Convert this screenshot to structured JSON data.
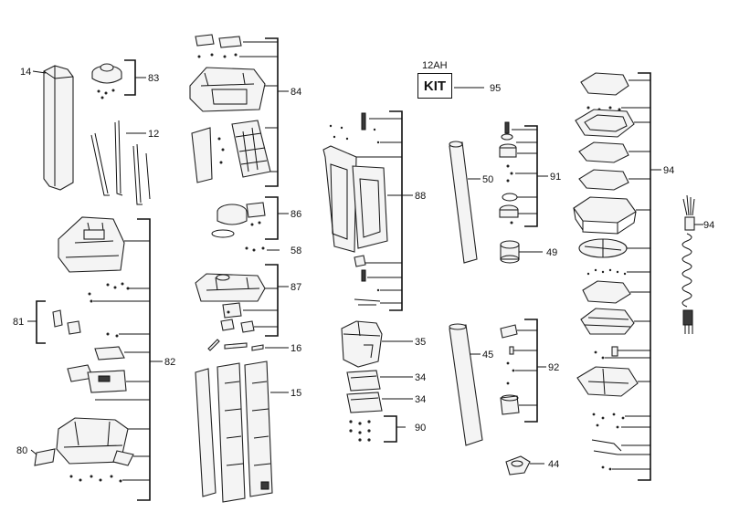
{
  "kit": {
    "caption": "12AH",
    "label": "KIT"
  },
  "callouts": {
    "c14": "14",
    "c83": "83",
    "c12": "12",
    "c84": "84",
    "c86": "86",
    "c58": "58",
    "c87": "87",
    "c16": "16",
    "c15": "15",
    "c88": "88",
    "c35": "35",
    "c34a": "34",
    "c34b": "34",
    "c90": "90",
    "c95": "95",
    "c50": "50",
    "c91": "91",
    "c49": "49",
    "c45": "45",
    "c92": "92",
    "c44": "44",
    "c94a": "94",
    "c94b": "94",
    "c81": "81",
    "c82": "82",
    "c80": "80"
  }
}
